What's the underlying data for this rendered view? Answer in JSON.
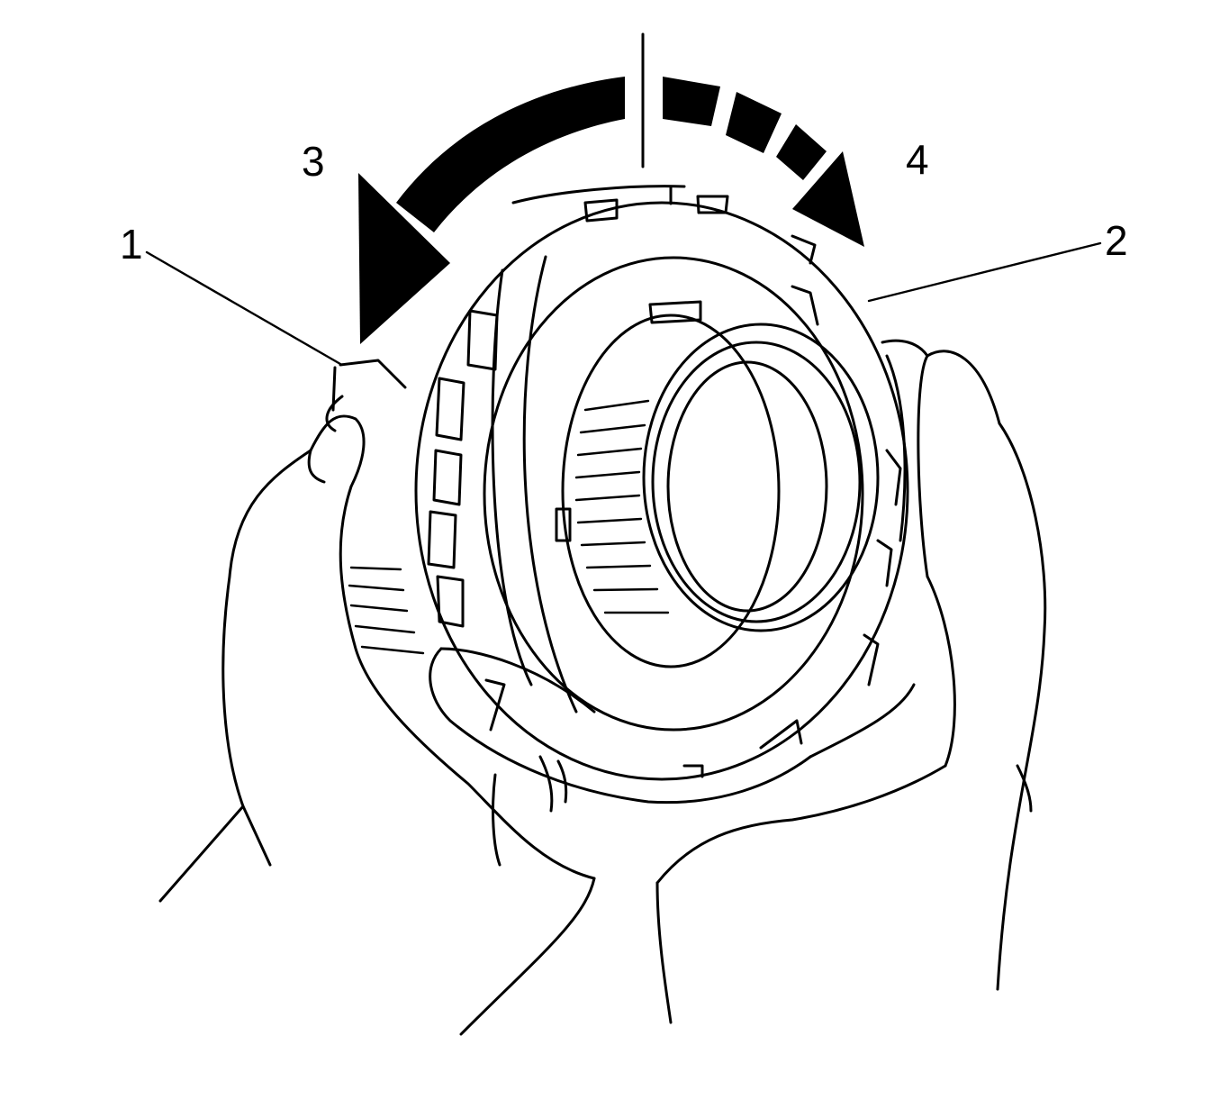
{
  "callouts": {
    "c1": "1",
    "c2": "2",
    "c3": "3",
    "c4": "4"
  },
  "arrows": {
    "solid": "counter-clockwise",
    "dashed": "clockwise"
  },
  "colors": {
    "line": "#000000",
    "background": "#ffffff"
  }
}
